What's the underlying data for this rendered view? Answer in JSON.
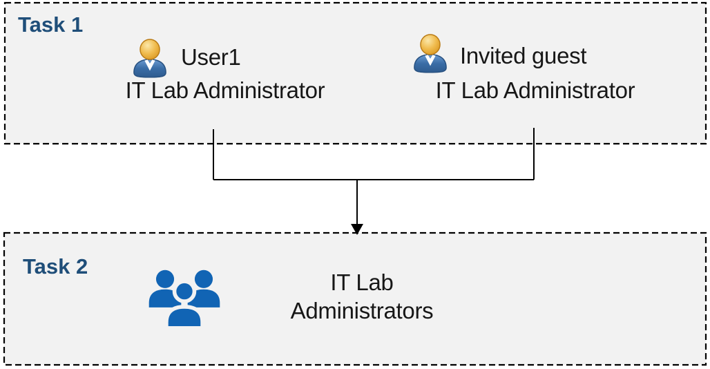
{
  "diagram": {
    "task1": {
      "label": "Task 1",
      "users": [
        {
          "name": "User1",
          "role": "IT Lab Administrator",
          "icon": "person-icon"
        },
        {
          "name": "Invited guest",
          "role": "IT Lab Administrator",
          "icon": "person-icon"
        }
      ]
    },
    "task2": {
      "label": "Task 2",
      "group": {
        "line1": "IT Lab",
        "line2": "Administrators",
        "icon": "people-group-icon"
      }
    },
    "connector": {
      "type": "merge-arrow",
      "direction": "down"
    },
    "colors": {
      "task_label": "#1F4E79",
      "box_fill": "#F2F2F2",
      "box_border": "#000000",
      "connector": "#000000",
      "group_icon_blue": "#1164B4",
      "person_body_blue": "#3A6DA6",
      "person_head_gold": "#E8A93F",
      "text": "#171717"
    }
  }
}
